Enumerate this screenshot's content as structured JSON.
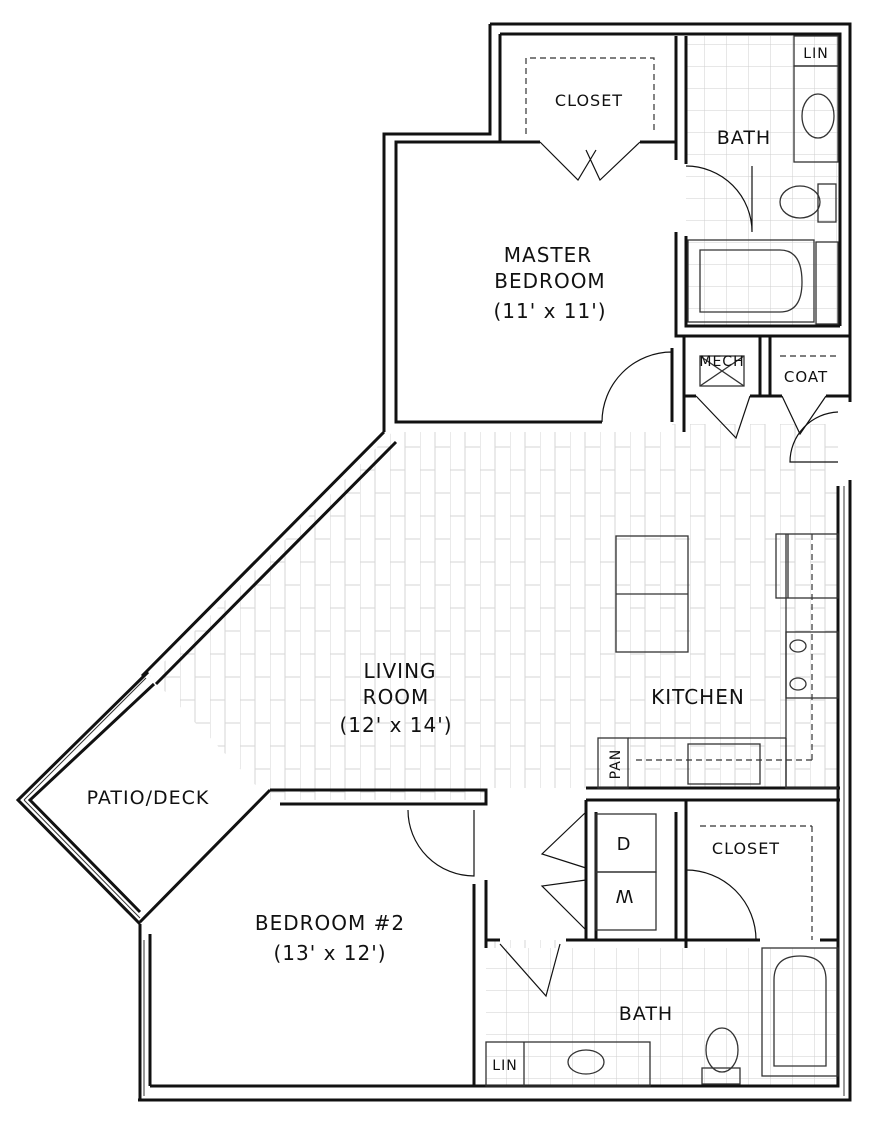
{
  "colors": {
    "wall": "#111111",
    "fixture": "#333333",
    "floor_tile": "#cfcfcf",
    "wood_floor": "#d6d6d6",
    "background": "#ffffff"
  },
  "rooms": {
    "master_closet": "CLOSET",
    "master_bath": "BATH",
    "linen_top": "LIN",
    "master_bedroom_name_1": "MASTER",
    "master_bedroom_name_2": "BEDROOM",
    "master_bedroom_size": "(11' x 11')",
    "mech": "MECH",
    "coat": "COAT",
    "living_name_1": "LIVING",
    "living_name_2": "ROOM",
    "living_size": "(12' x 14')",
    "kitchen": "KITCHEN",
    "pantry": "PAN",
    "patio": "PATIO/DECK",
    "bedroom2_name": "BEDROOM #2",
    "bedroom2_size": "(13' x 12')",
    "closet2": "CLOSET",
    "dryer": "D",
    "washer": "W",
    "bath2": "BATH",
    "linen_bottom": "LIN"
  }
}
